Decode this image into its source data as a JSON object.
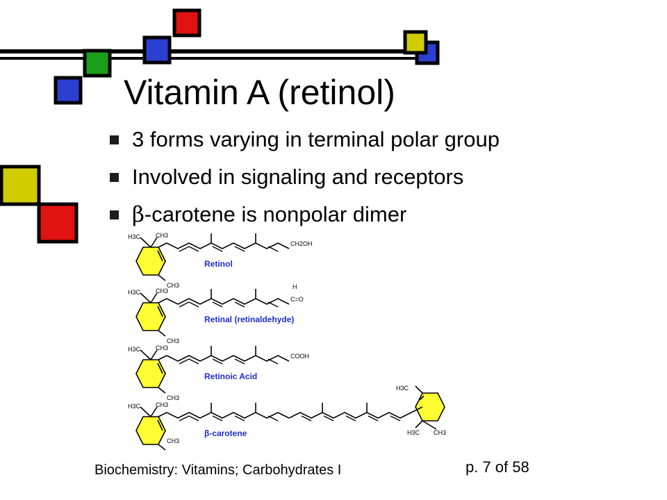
{
  "slide": {
    "title": "Vitamin A (retinol)",
    "bullets": [
      {
        "text": "3 forms varying in terminal polar group"
      },
      {
        "text": "Involved in signaling and receptors"
      },
      {
        "symbol": "β",
        "text": "-carotene is nonpolar dimer"
      }
    ]
  },
  "figure": {
    "structures": [
      {
        "name": "Retinol",
        "group": "CH2OH"
      },
      {
        "name": "Retinal (retinaldehyde)",
        "group": "C=O",
        "group_h": "H"
      },
      {
        "name": "Retinoic Acid",
        "group": "COOH"
      },
      {
        "name": "β-carotene"
      }
    ],
    "atom_labels": {
      "h3c": "H3C",
      "ch3": "CH3"
    },
    "colors": {
      "ring_fill": "#ffff33",
      "label_color": "#1e2ec8"
    }
  },
  "footer": {
    "left": "Biochemistry: Vitamins; Carbohydrates I",
    "right": "p. 7 of 58"
  },
  "decoration": {
    "colors": {
      "blue": "#2b3fd1",
      "green": "#1a9e1a",
      "red": "#e01212",
      "yellow": "#d0cc00"
    }
  }
}
